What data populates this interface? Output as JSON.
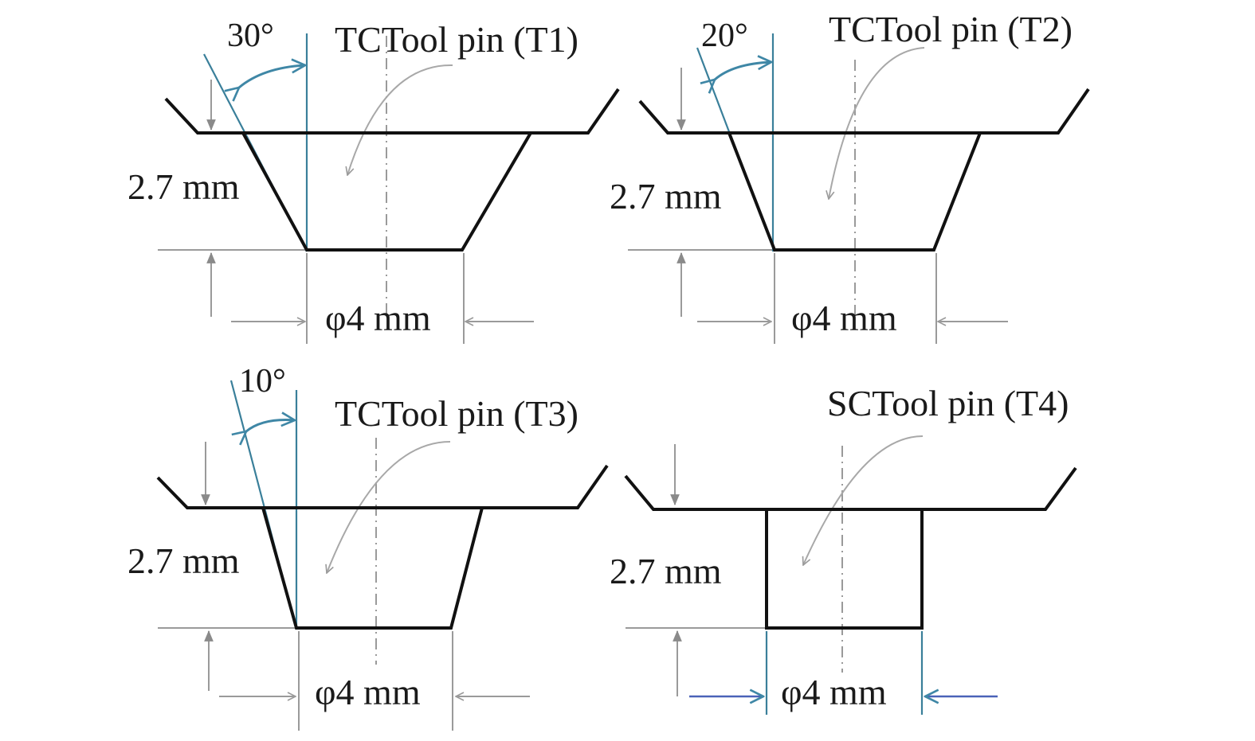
{
  "panels": [
    {
      "id": "T1",
      "title": "TCTool pin (T1)",
      "angle": "30°",
      "height_label": "2.7 mm",
      "diameter_label": "φ4 mm"
    },
    {
      "id": "T2",
      "title": "TCTool pin (T2)",
      "angle": "20°",
      "height_label": "2.7 mm",
      "diameter_label": "φ4 mm"
    },
    {
      "id": "T3",
      "title": "TCTool pin (T3)",
      "angle": "10°",
      "height_label": "2.7 mm",
      "diameter_label": "φ4 mm"
    },
    {
      "id": "T4",
      "title": "SCTool pin (T4)",
      "height_label": "2.7 mm",
      "diameter_label": "φ4 mm"
    }
  ],
  "colors": {
    "outline": "#111111",
    "dimension": "#9a9a9a",
    "angle": "#3f87a6",
    "dimension_blue": "#4a62b8"
  }
}
